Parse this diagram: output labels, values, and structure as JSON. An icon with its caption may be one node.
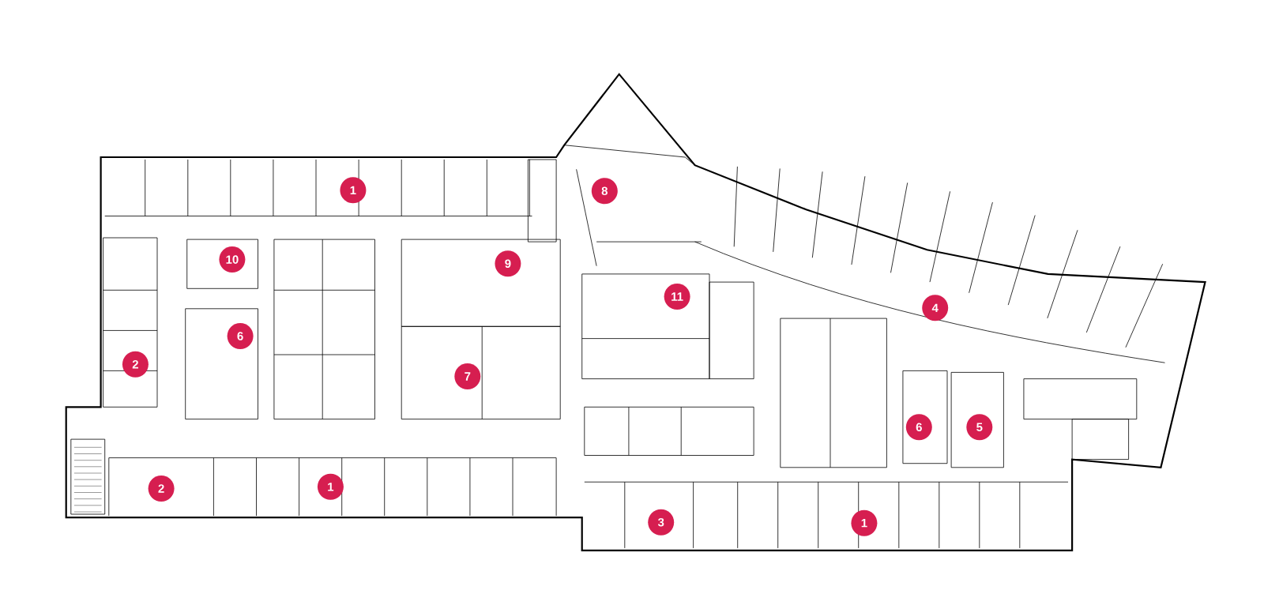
{
  "diagram": {
    "labels": [
      "1",
      "8",
      "10",
      "9",
      "11",
      "4",
      "6",
      "2",
      "7",
      "6",
      "5",
      "2",
      "1",
      "3",
      "1"
    ]
  }
}
